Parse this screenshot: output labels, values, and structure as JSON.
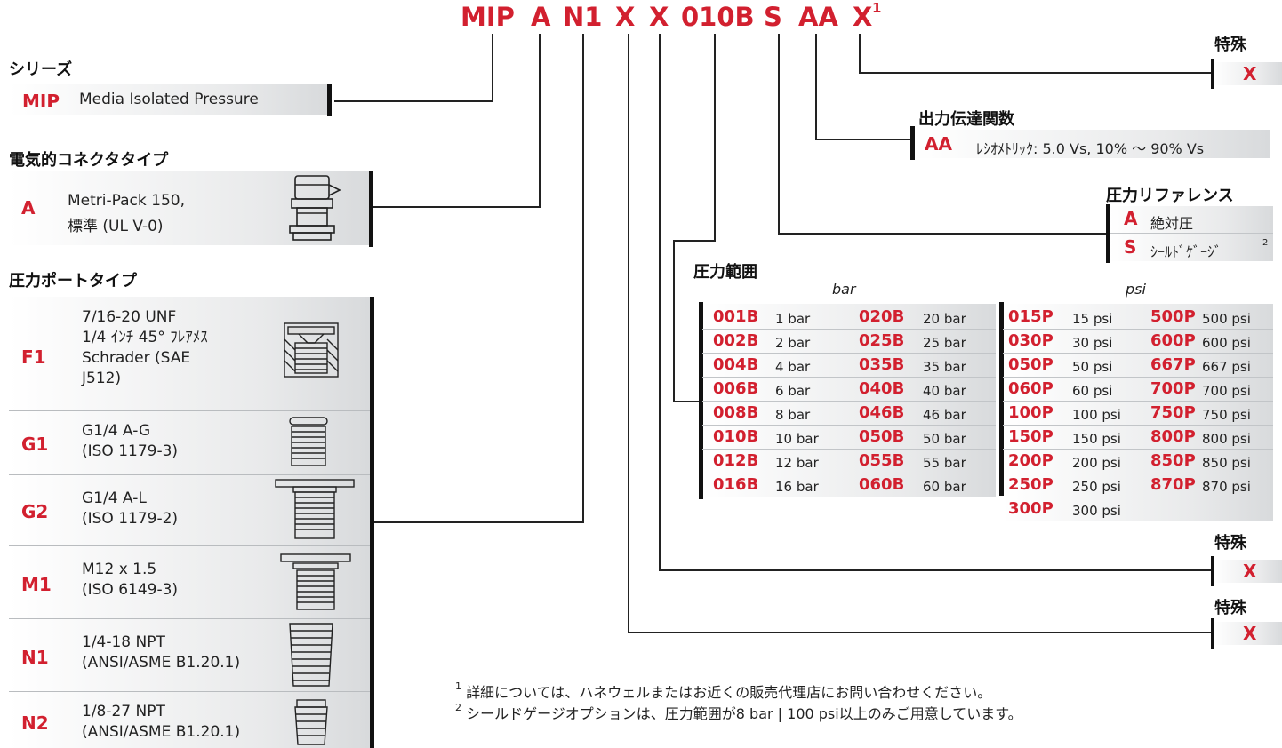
{
  "model_code": {
    "parts": [
      "MIP",
      "A",
      "N1",
      "X",
      "X",
      "010B",
      "S",
      "AA",
      "X"
    ],
    "footnote_mark": "1"
  },
  "series": {
    "heading": "シリーズ",
    "code": "MIP",
    "description": "Media Isolated Pressure"
  },
  "connector": {
    "heading": "電気的コネクタタイプ",
    "code": "A",
    "description_line1": "Metri-Pack 150,",
    "description_line2": "標準 (UL V-0)"
  },
  "port": {
    "heading": "圧力ポートタイプ",
    "items": [
      {
        "code": "F1",
        "description": "7/16-20 UNF\n1/4 ｲﾝﾁ 45° ﾌﾚｱﾒｽ\nSchrader (SAE\nJ512)"
      },
      {
        "code": "G1",
        "description": "G1/4 A-G\n(ISO 1179-3)"
      },
      {
        "code": "G2",
        "description": "G1/4 A-L\n(ISO 1179-2)"
      },
      {
        "code": "M1",
        "description": "M12 x 1.5\n(ISO 6149-3)"
      },
      {
        "code": "N1",
        "description": "1/4-18 NPT\n(ANSI/ASME B1.20.1)"
      },
      {
        "code": "N2",
        "description": "1/8-27 NPT\n(ANSI/ASME B1.20.1)"
      }
    ]
  },
  "special_top": {
    "heading": "特殊",
    "code": "X"
  },
  "output": {
    "heading": "出力伝達関数",
    "code": "AA",
    "description": "ﾚｼｵﾒﾄﾘｯｸ: 5.0 Vs, 10% ～ 90% Vs"
  },
  "reference": {
    "heading": "圧力リファレンス",
    "items": [
      {
        "code": "A",
        "description": "絶対圧"
      },
      {
        "code": "S",
        "description": "ｼｰﾙﾄﾞｹﾞｰｼﾞ",
        "footnote_mark": "2"
      }
    ]
  },
  "range": {
    "heading": "圧力範囲",
    "bar_label": "bar",
    "psi_label": "psi",
    "bar_col1": [
      {
        "code": "001B",
        "value": "1 bar"
      },
      {
        "code": "002B",
        "value": "2 bar"
      },
      {
        "code": "004B",
        "value": "4 bar"
      },
      {
        "code": "006B",
        "value": "6 bar"
      },
      {
        "code": "008B",
        "value": "8 bar"
      },
      {
        "code": "010B",
        "value": "10 bar"
      },
      {
        "code": "012B",
        "value": "12 bar"
      },
      {
        "code": "016B",
        "value": "16 bar"
      }
    ],
    "bar_col2": [
      {
        "code": "020B",
        "value": "20 bar"
      },
      {
        "code": "025B",
        "value": "25 bar"
      },
      {
        "code": "035B",
        "value": "35 bar"
      },
      {
        "code": "040B",
        "value": "40 bar"
      },
      {
        "code": "046B",
        "value": "46 bar"
      },
      {
        "code": "050B",
        "value": "50 bar"
      },
      {
        "code": "055B",
        "value": "55 bar"
      },
      {
        "code": "060B",
        "value": "60 bar"
      }
    ],
    "psi_col1": [
      {
        "code": "015P",
        "value": "15 psi"
      },
      {
        "code": "030P",
        "value": "30 psi"
      },
      {
        "code": "050P",
        "value": "50 psi"
      },
      {
        "code": "060P",
        "value": "60 psi"
      },
      {
        "code": "100P",
        "value": "100 psi"
      },
      {
        "code": "150P",
        "value": "150 psi"
      },
      {
        "code": "200P",
        "value": "200 psi"
      },
      {
        "code": "250P",
        "value": "250 psi"
      },
      {
        "code": "300P",
        "value": "300 psi"
      }
    ],
    "psi_col2": [
      {
        "code": "500P",
        "value": "500 psi"
      },
      {
        "code": "600P",
        "value": "600 psi"
      },
      {
        "code": "667P",
        "value": "667 psi"
      },
      {
        "code": "700P",
        "value": "700 psi"
      },
      {
        "code": "750P",
        "value": "750 psi"
      },
      {
        "code": "800P",
        "value": "800 psi"
      },
      {
        "code": "850P",
        "value": "850 psi"
      },
      {
        "code": "870P",
        "value": "870 psi"
      }
    ]
  },
  "special_mid": {
    "heading": "特殊",
    "code": "X"
  },
  "special_bottom": {
    "heading": "特殊",
    "code": "X"
  },
  "footnotes": [
    {
      "mark": "1",
      "text": "詳細については、ハネウェルまたはお近くの販売代理店にお問い合わせください。"
    },
    {
      "mark": "2",
      "text": "シールドゲージオプションは、圧力範囲が8 bar | 100 psi以上のみご用意しています。"
    }
  ]
}
